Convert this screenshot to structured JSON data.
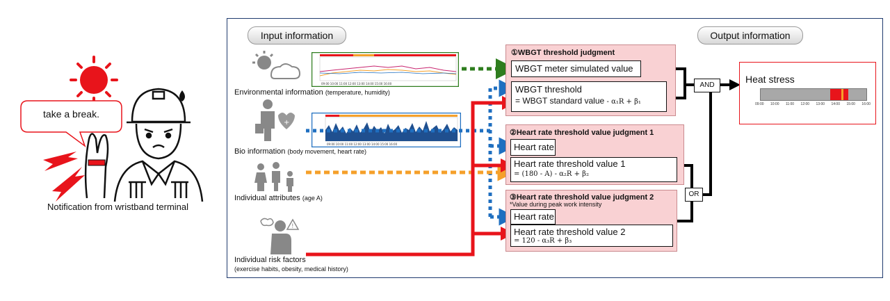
{
  "left_panel": {
    "speech": "take a break.",
    "notification": "Notification from wristband terminal"
  },
  "headers": {
    "input": "Input information",
    "output": "Output information"
  },
  "inputs": [
    {
      "title": "Environmental information",
      "detail": "(temperature, humidity)"
    },
    {
      "title": "Bio information",
      "detail": "(body movement, heart rate)"
    },
    {
      "title": "Individual attributes",
      "detail": "(age A)"
    },
    {
      "title": "Individual risk factors",
      "detail": "(exercise habits, obesity, medical history)"
    }
  ],
  "judgment1": {
    "title": "①WBGT threshold judgment",
    "meter": "WBGT meter simulated value",
    "threshold": "WBGT threshold",
    "formula_main": "= WBGT standard value",
    "formula_tail": "- α₁R + β₁"
  },
  "judgment2": {
    "title": "②Heart rate threshold value judgment 1",
    "heart_rate": "Heart rate",
    "threshold": "Heart rate threshold value 1",
    "formula": "= (180 - A) - α₂R + β₂"
  },
  "judgment3": {
    "title": "③Heart rate threshold value judgment 2",
    "note": "*Value during peak work intensity",
    "heart_rate": "Heart rate",
    "threshold": "Heart rate threshold value 2",
    "formula": "= 120 - α₃R + β₃"
  },
  "gates": {
    "and": "AND",
    "or": "OR"
  },
  "output": {
    "title": "Heat stress",
    "ticks": [
      "09:00",
      "10:00",
      "11:00",
      "12:00",
      "13:00",
      "14:00",
      "15:00",
      "16:00"
    ]
  },
  "colors": {
    "green": "#2e7d1e",
    "blue": "#1f6fc0",
    "orange": "#f5a02a",
    "red": "#e8141b",
    "pink": "#f9d1d3"
  }
}
